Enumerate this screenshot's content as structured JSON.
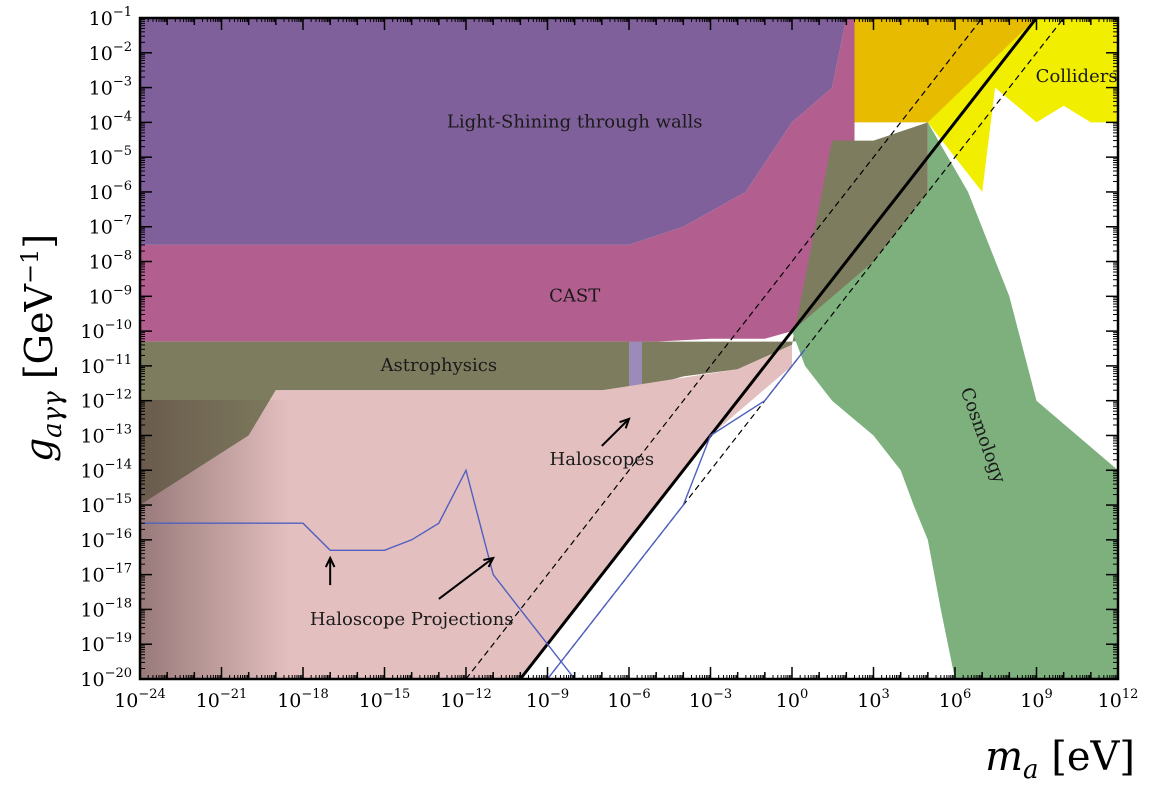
{
  "chart_data": {
    "type": "area",
    "title": "",
    "xlabel": "m_a [eV]",
    "ylabel": "g_aγγ [GeV^-1]",
    "xscale": "log",
    "yscale": "log",
    "xlim": [
      1e-24,
      1000000000000.0
    ],
    "ylim": [
      1e-20,
      0.1
    ],
    "grid": false,
    "legend": "none",
    "x_tick_exponents": [
      -24,
      -21,
      -18,
      -15,
      -12,
      -9,
      -6,
      -3,
      0,
      3,
      6,
      9,
      12
    ],
    "y_tick_exponents": [
      -20,
      -19,
      -18,
      -17,
      -16,
      -15,
      -14,
      -13,
      -12,
      -11,
      -10,
      -9,
      -8,
      -7,
      -6,
      -5,
      -4,
      -3,
      -2,
      -1
    ],
    "tick_base": "10",
    "regions": [
      {
        "name": "Light-Shining through walls",
        "color": "#80609a",
        "points": [
          [
            1e-24,
            3e-08
          ],
          [
            1e-10,
            3e-08
          ],
          [
            1e-06,
            3e-08
          ],
          [
            0.0001,
            1e-07
          ],
          [
            0.02,
            1e-06
          ],
          [
            1,
            0.0001
          ],
          [
            30,
            0.001
          ],
          [
            100.0,
            0.1
          ],
          [
            1e-24,
            0.1
          ]
        ]
      },
      {
        "name": "CAST",
        "color": "#b25e8e",
        "points": [
          [
            1e-24,
            5e-11
          ],
          [
            1e-08,
            5e-11
          ],
          [
            1e-05,
            5e-11
          ],
          [
            0.001,
            6e-11
          ],
          [
            0.1,
            6e-11
          ],
          [
            1,
            1e-10
          ],
          [
            5,
            1e-10
          ],
          [
            200,
            1e-10
          ],
          [
            200,
            0.1
          ],
          [
            100.0,
            0.1
          ],
          [
            30,
            0.001
          ],
          [
            1,
            0.0001
          ],
          [
            0.02,
            1e-06
          ],
          [
            0.0001,
            1e-07
          ],
          [
            1e-06,
            3e-08
          ],
          [
            1e-24,
            3e-08
          ]
        ]
      },
      {
        "name": "Astrophysics",
        "color": "#7e7c5e",
        "points": [
          [
            1e-24,
            1e-15
          ],
          [
            1e-20,
            1e-13
          ],
          [
            1e-19,
            2e-12
          ],
          [
            1e-15,
            2e-12
          ],
          [
            1e-12,
            2e-12
          ],
          [
            1e-09,
            2e-12
          ],
          [
            1e-07,
            2e-12
          ],
          [
            1e-05,
            3e-12
          ],
          [
            0.0001,
            5e-12
          ],
          [
            0.01,
            8e-12
          ],
          [
            1,
            4e-11
          ],
          [
            30,
            3e-05
          ],
          [
            1000.0,
            3e-05
          ],
          [
            100000.0,
            0.0001
          ],
          [
            100000.0,
            1e-09
          ],
          [
            1000.0,
            1e-10
          ],
          [
            1,
            5e-11
          ],
          [
            1e-24,
            5e-11
          ]
        ]
      },
      {
        "name": "Haloscopes",
        "color": "#9c8ab8",
        "points": [
          [
            1e-06,
            5e-14
          ],
          [
            1e-06,
            5e-11
          ],
          [
            3e-06,
            5e-11
          ],
          [
            3e-06,
            1e-14
          ],
          [
            1e-05,
            1e-14
          ],
          [
            1e-05,
            3e-12
          ],
          [
            1e-06,
            5e-14
          ]
        ]
      },
      {
        "name": "Haloscope Projections",
        "color": "#e4bfbf",
        "points": [
          [
            1e-24,
            1e-20
          ],
          [
            1e-10,
            1e-20
          ],
          [
            1e-09,
            1e-19
          ],
          [
            1e-06,
            1e-16
          ],
          [
            0.001,
            1e-13
          ],
          [
            1,
            1e-11
          ],
          [
            1,
            4e-11
          ],
          [
            0.01,
            8e-12
          ],
          [
            1e-07,
            2e-12
          ],
          [
            1e-19,
            2e-12
          ],
          [
            1e-20,
            1e-13
          ],
          [
            1e-24,
            1e-15
          ]
        ]
      },
      {
        "name": "Cosmology",
        "color": "#7db07d",
        "points": [
          [
            1,
            1e-10
          ],
          [
            1000.0,
            1e-08
          ],
          [
            100000.0,
            1e-06
          ],
          [
            100000.0,
            0.0001
          ],
          [
            3000000.0,
            1e-06
          ],
          [
            100000000.0,
            1e-09
          ],
          [
            1000000000.0,
            1e-12
          ],
          [
            1000000000000.0,
            1e-14
          ],
          [
            1000000000000.0,
            1e-20
          ],
          [
            1000000.0,
            1e-20
          ],
          [
            300000.0,
            1e-18
          ],
          [
            100000.0,
            1e-16
          ],
          [
            30000.0,
            1e-15
          ],
          [
            10000.0,
            1e-14
          ],
          [
            1000.0,
            1e-13
          ],
          [
            30,
            1e-12
          ],
          [
            3,
            1e-11
          ],
          [
            1,
            1e-10
          ]
        ]
      },
      {
        "name": "Colliders",
        "color": "#f2ee00",
        "points": [
          [
            100000.0,
            0.0001
          ],
          [
            1000000.0,
            1e-05
          ],
          [
            10000000.0,
            1e-06
          ],
          [
            30000000.0,
            0.001
          ],
          [
            1000000000.0,
            0.0001
          ],
          [
            10000000000.0,
            0.0003
          ],
          [
            100000000000.0,
            0.0001
          ],
          [
            1000000000000.0,
            0.0001
          ],
          [
            1000000000000.0,
            0.1
          ],
          [
            1000000000.0,
            0.1
          ],
          [
            1000000.0,
            0.01
          ],
          [
            100000.0,
            0.0001
          ]
        ]
      },
      {
        "name": "",
        "color": "#e6bb00",
        "points": [
          [
            200,
            0.1
          ],
          [
            1000000000.0,
            0.1
          ],
          [
            100000.0,
            0.0001
          ],
          [
            200,
            0.0001
          ]
        ]
      }
    ],
    "lines": [
      {
        "name": "",
        "style": "solid",
        "color": "#000000",
        "width": 3,
        "points": [
          [
            1e-10,
            1e-20
          ],
          [
            1000000000.0,
            0.1
          ]
        ]
      },
      {
        "name": "",
        "style": "dashed",
        "color": "#000000",
        "width": 1.2,
        "points": [
          [
            1e-12,
            1e-20
          ],
          [
            10000000.0,
            0.1
          ]
        ]
      },
      {
        "name": "",
        "style": "dashed",
        "color": "#000000",
        "width": 1.2,
        "points": [
          [
            1e-09,
            1e-20
          ],
          [
            10000000000.0,
            0.1
          ]
        ]
      },
      {
        "name": "",
        "style": "solid",
        "color": "#5060c0",
        "width": 1.4,
        "points": [
          [
            1e-24,
            3e-16
          ],
          [
            1e-18,
            3e-16
          ],
          [
            1e-17,
            5e-17
          ],
          [
            1e-15,
            5e-17
          ],
          [
            1e-14,
            1e-16
          ],
          [
            1e-13,
            3e-16
          ],
          [
            1e-12,
            1e-14
          ],
          [
            1e-11,
            1e-17
          ],
          [
            1e-10,
            1e-18
          ],
          [
            1e-09,
            1e-19
          ],
          [
            1e-08,
            1e-20
          ]
        ]
      },
      {
        "name": "",
        "style": "solid",
        "color": "#5060c0",
        "width": 1.4,
        "points": [
          [
            1e-09,
            1e-20
          ],
          [
            1e-06,
            1e-17
          ],
          [
            0.0001,
            1e-15
          ],
          [
            0.001,
            1e-13
          ],
          [
            0.1,
            1e-12
          ],
          [
            1,
            1e-11
          ],
          [
            3,
            3e-11
          ]
        ]
      }
    ],
    "annotations": [
      {
        "text": "Light-Shining through walls",
        "x": 1e-08,
        "y": 0.0001
      },
      {
        "text": "CAST",
        "x": 1e-08,
        "y": 1e-09
      },
      {
        "text": "Astrophysics",
        "x": 1e-13,
        "y": 1e-11
      },
      {
        "text": "Haloscopes",
        "x": 1e-07,
        "y": 2e-14
      },
      {
        "text": "Haloscope Projections",
        "x": 1e-14,
        "y": 5e-19
      },
      {
        "text": "Cosmology",
        "x": 10000000.0,
        "y": 1e-13,
        "rotation": 70
      },
      {
        "text": "Colliders",
        "x": 30000000000.0,
        "y": 0.002
      }
    ],
    "arrows": [
      {
        "from": [
          1e-17,
          5e-18
        ],
        "to": [
          1e-17,
          3e-17
        ]
      },
      {
        "from": [
          1e-13,
          2e-18
        ],
        "to": [
          1e-11,
          3e-17
        ]
      },
      {
        "from": [
          1e-07,
          5e-14
        ],
        "to": [
          1e-06,
          3e-13
        ]
      }
    ]
  }
}
